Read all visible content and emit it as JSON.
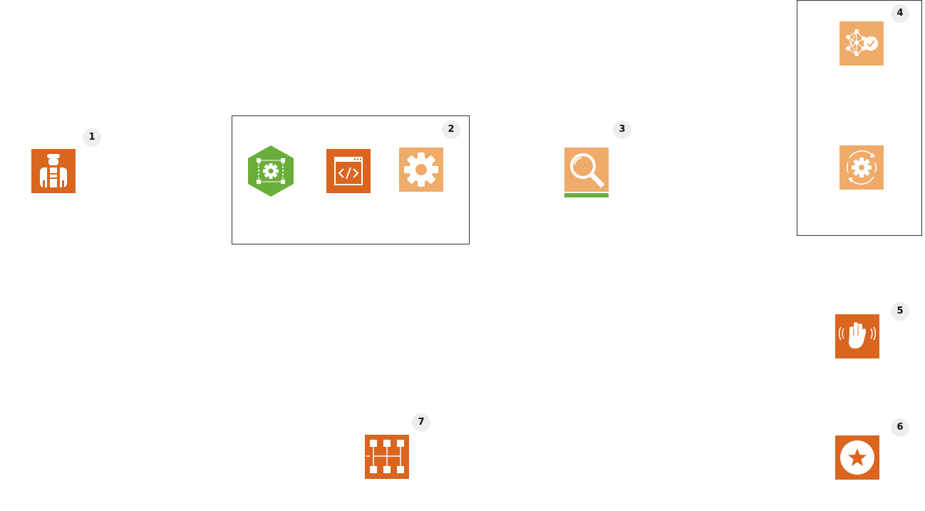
{
  "colors": {
    "dark_orange": "#D9651F",
    "light_orange": "#EFAB6A",
    "green": "#6AAE3A",
    "badge_bg": "#EEEEEE"
  },
  "badges": {
    "b1": "1",
    "b2": "2",
    "b3": "3",
    "b4": "4",
    "b5": "5",
    "b6": "6",
    "b7": "7"
  },
  "icons": [
    "worker-icon",
    "gear-hexagon-icon",
    "code-window-icon",
    "gear-icon",
    "magnifier-icon",
    "neural-network-check-icon",
    "gear-cycle-icon",
    "waving-hand-icon",
    "star-badge-icon",
    "grid-flow-icon"
  ]
}
